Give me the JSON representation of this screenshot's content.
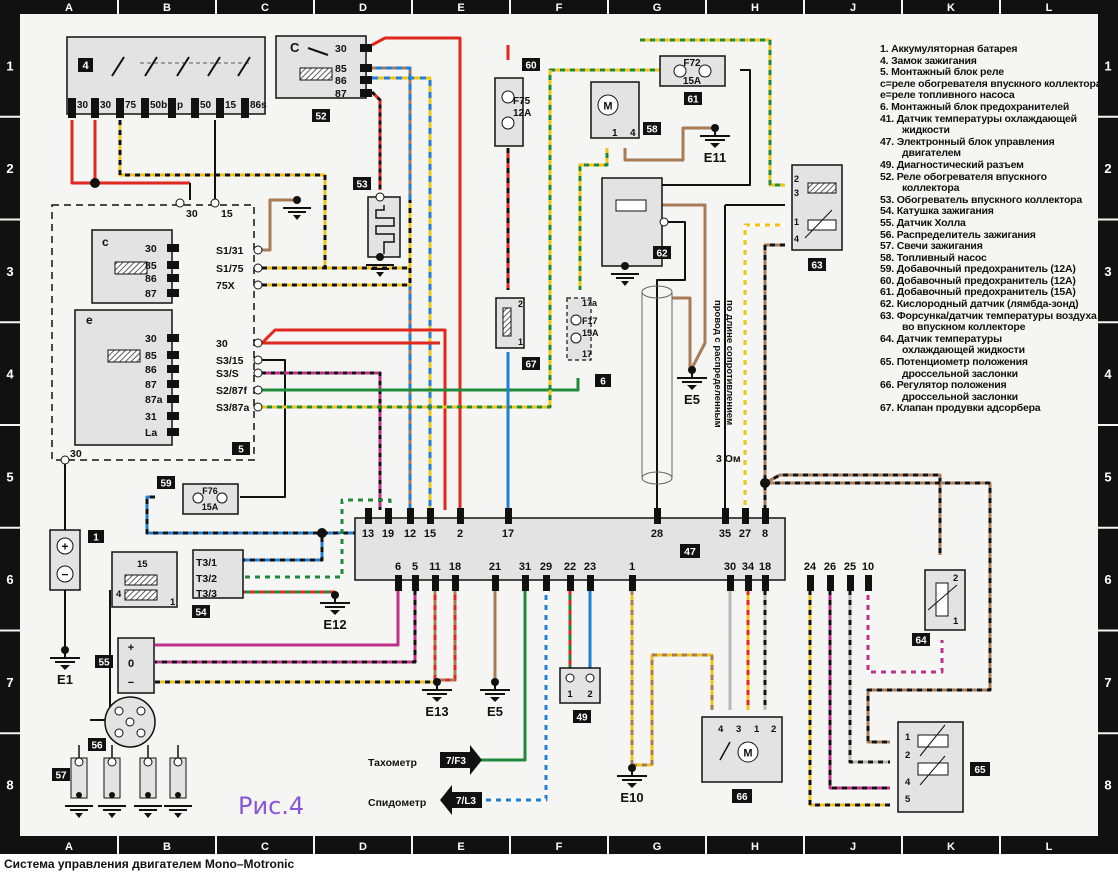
{
  "title": "Система управления двигателем Mono–Motronic",
  "figure_label": "Рис.4",
  "grid": {
    "columns": [
      "A",
      "B",
      "C",
      "D",
      "E",
      "F",
      "G",
      "H",
      "J",
      "K",
      "L"
    ],
    "rows": [
      "1",
      "2",
      "3",
      "4",
      "5",
      "6",
      "7",
      "8"
    ]
  },
  "legend": [
    {
      "text": "1. Аккумуляторная батарея"
    },
    {
      "text": "4. Замок зажигания"
    },
    {
      "text": "5. Монтажный блок реле"
    },
    {
      "text": "c=реле обогревателя впускного коллектора"
    },
    {
      "text": "e=реле топливного насоса"
    },
    {
      "text": "6. Монтажный блок предохранителей"
    },
    {
      "text": "41. Датчик температуры охлаждающей"
    },
    {
      "text": "жидкости",
      "indent": true
    },
    {
      "text": "47. Электронный блок управления"
    },
    {
      "text": "двигателем",
      "indent": true
    },
    {
      "text": "49. Диагностический разъем"
    },
    {
      "text": "52. Реле обогревателя впускного"
    },
    {
      "text": "коллектора",
      "indent": true
    },
    {
      "text": "53. Обогреватель впускного коллектора"
    },
    {
      "text": "54. Катушка зажигания"
    },
    {
      "text": "55. Датчик Холла"
    },
    {
      "text": "56. Распределитель зажигания"
    },
    {
      "text": "57. Свечи зажигания"
    },
    {
      "text": "58. Топливный насос"
    },
    {
      "text": "59. Добавочный предохранитель (12A)"
    },
    {
      "text": "60. Добавочный предохранитель (12A)"
    },
    {
      "text": "61. Добавочный предохранитель (15A)"
    },
    {
      "text": "62. Кислородный датчик (лямбда-зонд)"
    },
    {
      "text": "63. Форсунка/датчик температуры воздуха"
    },
    {
      "text": "во впускном коллекторе",
      "indent": true
    },
    {
      "text": "64. Датчик температуры"
    },
    {
      "text": "охлаждающей жидкости",
      "indent": true
    },
    {
      "text": "65. Потенциометр положения"
    },
    {
      "text": "дроссельной заслонки",
      "indent": true
    },
    {
      "text": "66. Регулятор положения"
    },
    {
      "text": "дроссельной заслонки",
      "indent": true
    },
    {
      "text": "67. Клапан продувки адсорбера"
    }
  ],
  "components": {
    "ignition_switch": {
      "id": "4",
      "terminals": [
        "30",
        "30",
        "75",
        "50b",
        "p",
        "50",
        "15",
        "86s"
      ]
    },
    "relay_52": {
      "id": "52",
      "letter": "C",
      "terminals": [
        "30",
        "85",
        "86",
        "87"
      ]
    },
    "heater_53": {
      "id": "53"
    },
    "relay_block": {
      "id": "5",
      "top_terminals": [
        "30",
        "15"
      ],
      "bottom_terminal": "30",
      "relay_c": {
        "letter": "c",
        "terminals": [
          "30",
          "85",
          "86",
          "87"
        ]
      },
      "relay_e": {
        "letter": "e",
        "terminals": [
          "30",
          "85",
          "86",
          "87",
          "87a",
          "31",
          "La"
        ]
      },
      "outputs": [
        "S1/31",
        "S1/75",
        "75X",
        "30",
        "S3/15",
        "S3/S",
        "S2/87f",
        "S3/87a"
      ]
    },
    "fuse_60": {
      "id": "60",
      "name": "F75",
      "rating": "12A"
    },
    "fuse_61": {
      "id": "61",
      "name": "F72",
      "rating": "15A"
    },
    "fuse_59": {
      "id": "59",
      "name": "F76",
      "rating": "15A"
    },
    "fuse_6": {
      "id": "6",
      "name": "F17",
      "rating": "15A",
      "pins": [
        "17a",
        "17"
      ]
    },
    "pump_58": {
      "id": "58",
      "symbol": "M",
      "pins": [
        "1",
        "4"
      ]
    },
    "valve_67": {
      "id": "67",
      "pins": [
        "2",
        "1"
      ]
    },
    "lambda_62": {
      "id": "62"
    },
    "injector_63": {
      "id": "63",
      "pins": [
        "2",
        "3",
        "1",
        "4"
      ]
    },
    "ecu_47": {
      "id": "47",
      "top_pins": [
        "13",
        "19",
        "12",
        "15",
        "2",
        "17",
        "28",
        "35",
        "27",
        "8"
      ],
      "bottom_pins": [
        "6",
        "5",
        "11",
        "18",
        "21",
        "31",
        "29",
        "22",
        "23",
        "1",
        "30",
        "34",
        "18",
        "24",
        "26",
        "25",
        "10"
      ]
    },
    "battery_1": {
      "id": "1",
      "plus": "+",
      "minus": "−"
    },
    "coil_54": {
      "id": "54",
      "terminals": [
        "T3/1",
        "T3/2",
        "T3/3"
      ],
      "pins": [
        "15",
        "4",
        "1"
      ]
    },
    "hall_55": {
      "id": "55",
      "terminals": [
        "+",
        "0",
        "−"
      ]
    },
    "distributor_56": {
      "id": "56"
    },
    "plugs_57": {
      "id": "57"
    },
    "diag_49": {
      "id": "49",
      "pins": [
        "1",
        "2"
      ]
    },
    "throttle_66": {
      "id": "66",
      "symbol": "M",
      "pins": [
        "4",
        "3",
        "1",
        "2"
      ]
    },
    "temp_64": {
      "id": "64",
      "pins": [
        "2",
        "1"
      ]
    },
    "pot_65": {
      "id": "65",
      "pins": [
        "1",
        "2",
        "4",
        "5"
      ]
    }
  },
  "grounds": [
    "E11",
    "E5",
    "E12",
    "E1",
    "E13",
    "E5",
    "E10"
  ],
  "connectors": [
    {
      "label": "Тахометр",
      "ref": "7/F3"
    },
    {
      "label": "Спидометр",
      "ref": "7/L3"
    }
  ],
  "annotations": {
    "wire_note_line1": "провод с распределенным",
    "wire_note_line2": "по длине сопротивлением",
    "resistance": "3 Ом"
  },
  "colors": {
    "red": "#e0281e",
    "blue": "#1f7fd4",
    "green": "#1e8a3a",
    "yellow": "#f0c419",
    "brown": "#a77b56",
    "pink": "#c0308a",
    "grey": "#b8b8b8",
    "black": "#111111",
    "component_fill": "#e3e3e3",
    "label_bg": "#111111",
    "figure_label": "#8a55d8"
  }
}
